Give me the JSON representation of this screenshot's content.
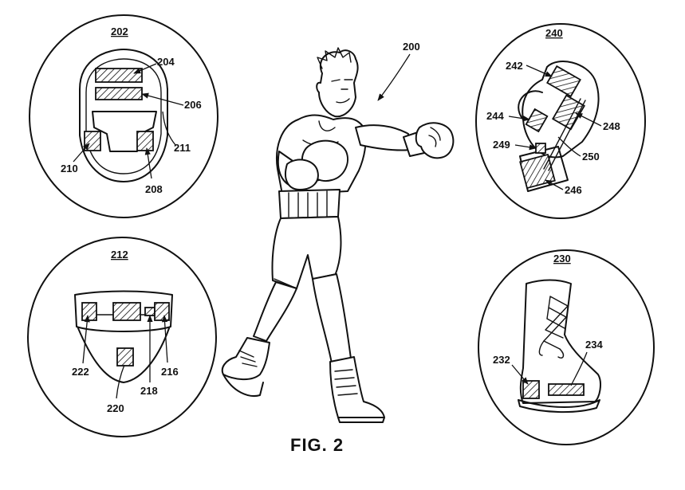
{
  "figure_caption": "FIG. 2",
  "labels": {
    "figure_ref": "200",
    "headgear": {
      "ref": "202",
      "parts": [
        "204",
        "206",
        "211",
        "210",
        "208"
      ]
    },
    "glove": {
      "ref": "240",
      "parts": [
        "242",
        "244",
        "248",
        "249",
        "250",
        "246"
      ]
    },
    "groin_guard": {
      "ref": "212",
      "parts": [
        "222",
        "216",
        "218",
        "220"
      ]
    },
    "boot": {
      "ref": "230",
      "parts": [
        "232",
        "234"
      ]
    }
  },
  "icons": {
    "hatch_pattern": "diagonal-hatch",
    "arrow": "arrowhead-icon"
  }
}
